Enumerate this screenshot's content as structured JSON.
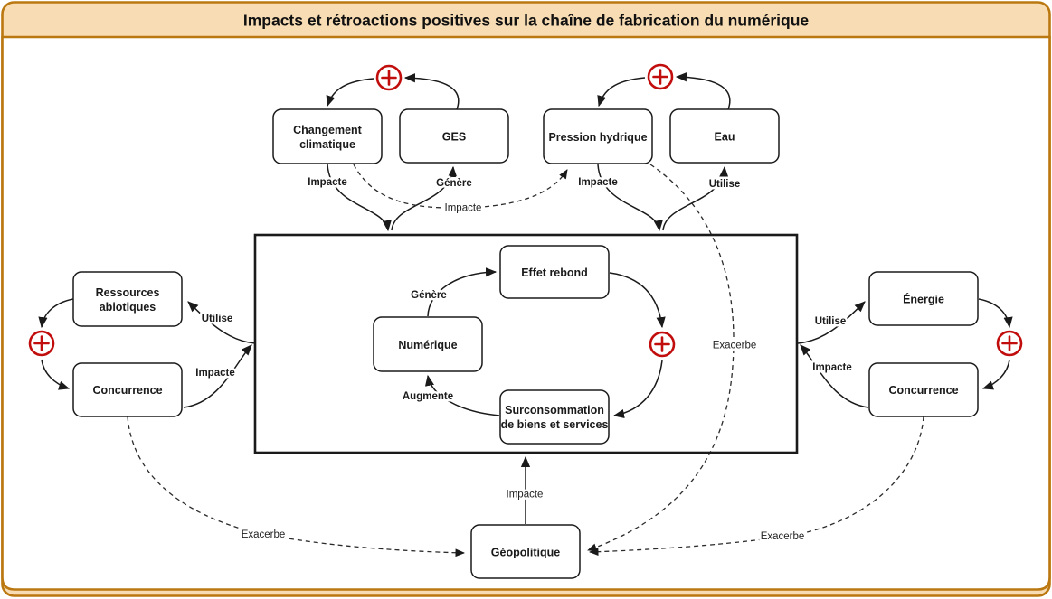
{
  "title": "Impacts et rétroactions positives sur la chaîne de fabrication du numérique",
  "colors": {
    "frame_border": "#BB7811",
    "frame_bg": "#F8DCB3",
    "loop_sign_red": "#C20D0D",
    "line": "#1a1a1a",
    "box_fill": "#ffffff"
  },
  "icons": {
    "positive_loop": "plus-in-circle"
  },
  "loop_polarity_symbol": "+",
  "nodes": {
    "changement_climatique": {
      "lines": [
        "Changement",
        "climatique"
      ]
    },
    "ges": {
      "label": "GES"
    },
    "pression_hydrique": {
      "label": "Pression hydrique"
    },
    "eau": {
      "label": "Eau"
    },
    "ressources_abiotiques": {
      "lines": [
        "Ressources",
        "abiotiques"
      ]
    },
    "concurrence_left": {
      "label": "Concurrence"
    },
    "energie": {
      "label": "Énergie"
    },
    "concurrence_right": {
      "label": "Concurrence"
    },
    "effet_rebond": {
      "label": "Effet rebond"
    },
    "numerique": {
      "label": "Numérique"
    },
    "surconsommation": {
      "lines": [
        "Surconsommation",
        "de biens et services"
      ]
    },
    "geopolitique": {
      "label": "Géopolitique"
    }
  },
  "edge_labels": {
    "changement_impacte_chain": "Impacte",
    "chain_genere_ges": "Génère",
    "changement_impacte_pression": "Impacte",
    "pression_impacte_chain": "Impacte",
    "chain_utilise_eau": "Utilise",
    "chain_utilise_ressources": "Utilise",
    "concurrence_left_impacte_chain": "Impacte",
    "numerique_genere_effet": "Génère",
    "surconsommation_augmente_numerique": "Augmente",
    "pression_exacerbe_geopolitique": "Exacerbe",
    "chain_utilise_energie": "Utilise",
    "concurrence_right_impacte_chain": "Impacte",
    "geopolitique_impacte_chain": "Impacte",
    "concurrence_left_exacerbe_geopolitique": "Exacerbe",
    "concurrence_right_exacerbe_geopolitique": "Exacerbe"
  }
}
